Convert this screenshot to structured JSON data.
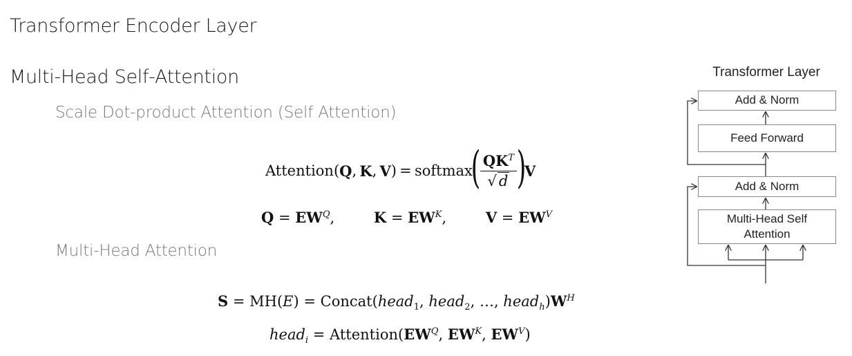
{
  "slide": {
    "title": "Transformer Encoder Layer",
    "section_heading": "Multi-Head Self-Attention",
    "sub_heading_1": "Scale Dot-product Attention (Self Attention)",
    "sub_heading_2": "Multi-Head Attention"
  },
  "equations": {
    "attention": {
      "lhs": "Attention",
      "args": [
        "Q",
        "K",
        "V"
      ],
      "softmax": "softmax",
      "numerator": "QK",
      "numerator_sup": "T",
      "denominator_var": "d",
      "rhs_tail": "V"
    },
    "projections": [
      {
        "lhs": "Q",
        "rhs": "EW",
        "sup": "Q"
      },
      {
        "lhs": "K",
        "rhs": "EW",
        "sup": "K"
      },
      {
        "lhs": "V",
        "rhs": "EW",
        "sup": "V"
      }
    ],
    "multihead": {
      "lhs": "S",
      "fn": "MH",
      "arg": "E",
      "concat": "Concat",
      "head": "head",
      "subs": [
        "1",
        "2",
        "h"
      ],
      "ellipsis": "…",
      "tail": "W",
      "tail_sup": "H"
    },
    "head_i": {
      "head": "head",
      "sub": "i",
      "fn": "Attention",
      "args": [
        {
          "base": "EW",
          "sup": "Q"
        },
        {
          "base": "EW",
          "sup": "K"
        },
        {
          "base": "EW",
          "sup": "V"
        }
      ]
    }
  },
  "diagram": {
    "title": "Transformer Layer",
    "boxes": {
      "add_norm_top": "Add & Norm",
      "feed_forward": "Feed Forward",
      "add_norm_bottom": "Add & Norm",
      "mhsa_line1": "Multi-Head Self",
      "mhsa_line2": "Attention"
    }
  }
}
